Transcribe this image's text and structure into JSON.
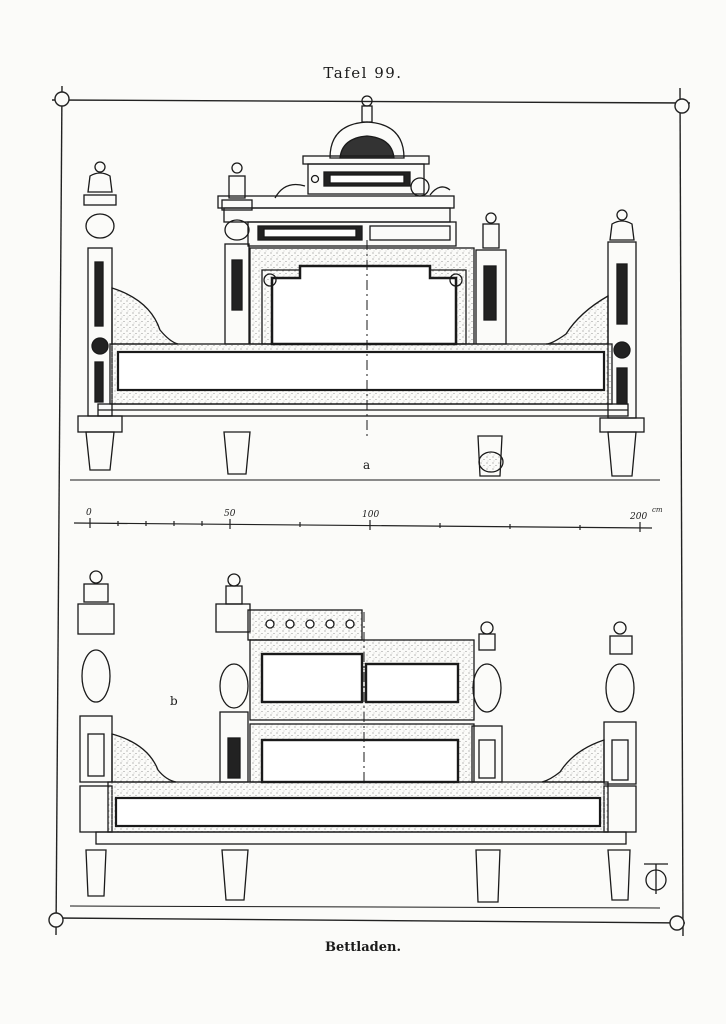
{
  "plate": {
    "title": "Tafel 99.",
    "caption": "Bettladen."
  },
  "figures": {
    "a_label": "a",
    "b_label": "b"
  },
  "scale": {
    "ticks": [
      "0",
      "50",
      "100",
      "200"
    ],
    "unit": "cm"
  }
}
